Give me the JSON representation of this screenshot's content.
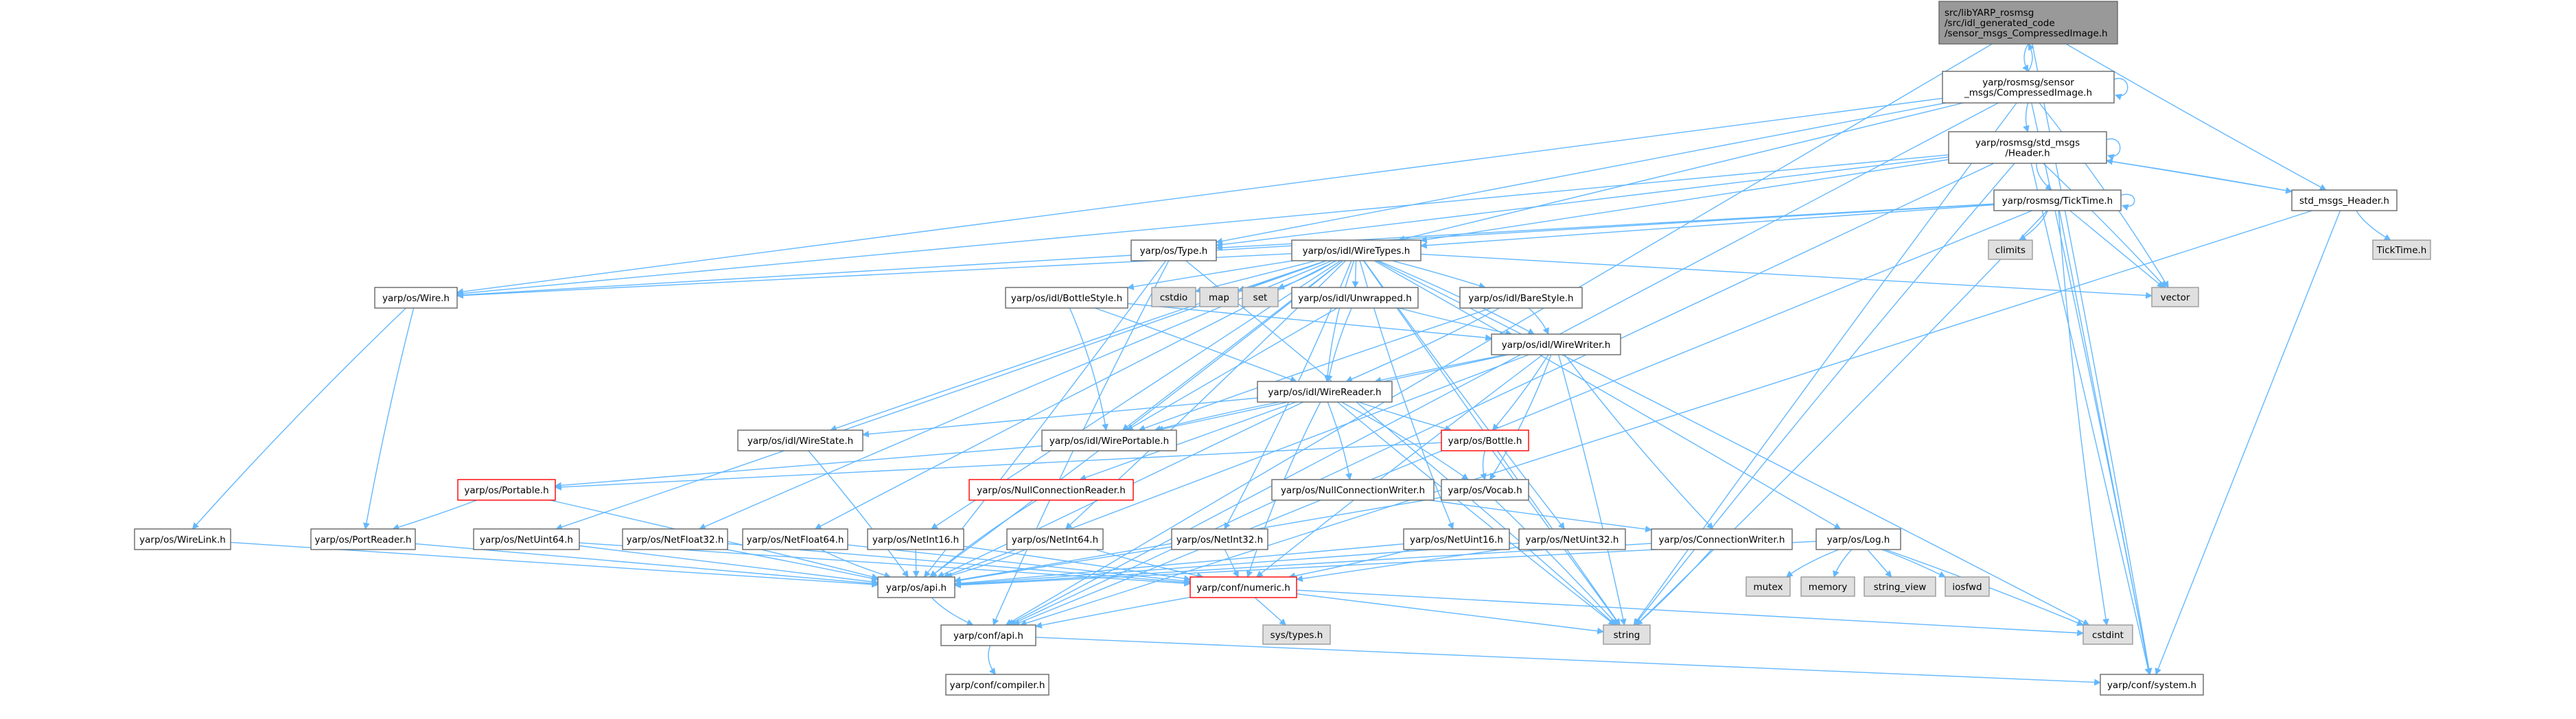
{
  "graph_title": "",
  "colors": {
    "root_fill": "#999999",
    "root_border": "#666666",
    "normal_fill": "#ffffff",
    "normal_border": "#666666",
    "red_border": "#ff0000",
    "system_fill": "#e0e0e0",
    "system_border": "#999999",
    "edge": "#63b8ff",
    "text": "#000000"
  },
  "nodes": [
    {
      "id": "root",
      "lines": [
        "src/libYARP_rosmsg",
        "/src/idl_generated_code",
        "/sensor_msgs_CompressedImage.h"
      ],
      "kind": "root"
    },
    {
      "id": "compressed",
      "lines": [
        "yarp/rosmsg/sensor",
        "_msgs/CompressedImage.h"
      ],
      "kind": "normal"
    },
    {
      "id": "std_header",
      "lines": [
        "yarp/rosmsg/std_msgs",
        "/Header.h"
      ],
      "kind": "normal"
    },
    {
      "id": "std_msgs_header",
      "lines": [
        "std_msgs_Header.h"
      ],
      "kind": "normal"
    },
    {
      "id": "ticktime",
      "lines": [
        "yarp/rosmsg/TickTime.h"
      ],
      "kind": "normal"
    },
    {
      "id": "ticktime_sys",
      "lines": [
        "TickTime.h"
      ],
      "kind": "system"
    },
    {
      "id": "climits",
      "lines": [
        "climits"
      ],
      "kind": "system"
    },
    {
      "id": "type",
      "lines": [
        "yarp/os/Type.h"
      ],
      "kind": "normal"
    },
    {
      "id": "wiretypes",
      "lines": [
        "yarp/os/idl/WireTypes.h"
      ],
      "kind": "normal"
    },
    {
      "id": "vector",
      "lines": [
        "vector"
      ],
      "kind": "system"
    },
    {
      "id": "wire",
      "lines": [
        "yarp/os/Wire.h"
      ],
      "kind": "normal"
    },
    {
      "id": "cstdio",
      "lines": [
        "cstdio"
      ],
      "kind": "system"
    },
    {
      "id": "map",
      "lines": [
        "map"
      ],
      "kind": "system"
    },
    {
      "id": "set",
      "lines": [
        "set"
      ],
      "kind": "system"
    },
    {
      "id": "bottlestyle",
      "lines": [
        "yarp/os/idl/BottleStyle.h"
      ],
      "kind": "normal"
    },
    {
      "id": "unwrapped",
      "lines": [
        "yarp/os/idl/Unwrapped.h"
      ],
      "kind": "normal"
    },
    {
      "id": "barestyle",
      "lines": [
        "yarp/os/idl/BareStyle.h"
      ],
      "kind": "normal"
    },
    {
      "id": "wirewriter",
      "lines": [
        "yarp/os/idl/WireWriter.h"
      ],
      "kind": "normal"
    },
    {
      "id": "wirereader",
      "lines": [
        "yarp/os/idl/WireReader.h"
      ],
      "kind": "normal"
    },
    {
      "id": "wirestate",
      "lines": [
        "yarp/os/idl/WireState.h"
      ],
      "kind": "normal"
    },
    {
      "id": "wireportable",
      "lines": [
        "yarp/os/idl/WirePortable.h"
      ],
      "kind": "normal"
    },
    {
      "id": "bottle",
      "lines": [
        "yarp/os/Bottle.h"
      ],
      "kind": "red"
    },
    {
      "id": "portable",
      "lines": [
        "yarp/os/Portable.h"
      ],
      "kind": "red"
    },
    {
      "id": "nullconnreader",
      "lines": [
        "yarp/os/NullConnectionReader.h"
      ],
      "kind": "red"
    },
    {
      "id": "nullconnwriter",
      "lines": [
        "yarp/os/NullConnectionWriter.h"
      ],
      "kind": "normal"
    },
    {
      "id": "vocab",
      "lines": [
        "yarp/os/Vocab.h"
      ],
      "kind": "normal"
    },
    {
      "id": "log",
      "lines": [
        "yarp/os/Log.h"
      ],
      "kind": "normal"
    },
    {
      "id": "wirelink",
      "lines": [
        "yarp/os/WireLink.h"
      ],
      "kind": "normal"
    },
    {
      "id": "portreader",
      "lines": [
        "yarp/os/PortReader.h"
      ],
      "kind": "normal"
    },
    {
      "id": "netuint64",
      "lines": [
        "yarp/os/NetUint64.h"
      ],
      "kind": "normal"
    },
    {
      "id": "netfloat32",
      "lines": [
        "yarp/os/NetFloat32.h"
      ],
      "kind": "normal"
    },
    {
      "id": "netfloat64",
      "lines": [
        "yarp/os/NetFloat64.h"
      ],
      "kind": "normal"
    },
    {
      "id": "netint16",
      "lines": [
        "yarp/os/NetInt16.h"
      ],
      "kind": "normal"
    },
    {
      "id": "netint64",
      "lines": [
        "yarp/os/NetInt64.h"
      ],
      "kind": "normal"
    },
    {
      "id": "netint32",
      "lines": [
        "yarp/os/NetInt32.h"
      ],
      "kind": "normal"
    },
    {
      "id": "netuint16",
      "lines": [
        "yarp/os/NetUint16.h"
      ],
      "kind": "normal"
    },
    {
      "id": "netuint32",
      "lines": [
        "yarp/os/NetUint32.h"
      ],
      "kind": "normal"
    },
    {
      "id": "connwriter",
      "lines": [
        "yarp/os/ConnectionWriter.h"
      ],
      "kind": "normal"
    },
    {
      "id": "osapi",
      "lines": [
        "yarp/os/api.h"
      ],
      "kind": "normal"
    },
    {
      "id": "numeric",
      "lines": [
        "yarp/conf/numeric.h"
      ],
      "kind": "red"
    },
    {
      "id": "mutex",
      "lines": [
        "mutex"
      ],
      "kind": "system"
    },
    {
      "id": "memory",
      "lines": [
        "memory"
      ],
      "kind": "system"
    },
    {
      "id": "string_view",
      "lines": [
        "string_view"
      ],
      "kind": "system"
    },
    {
      "id": "iosfwd",
      "lines": [
        "iosfwd"
      ],
      "kind": "system"
    },
    {
      "id": "systypes",
      "lines": [
        "sys/types.h"
      ],
      "kind": "system"
    },
    {
      "id": "string",
      "lines": [
        "string"
      ],
      "kind": "system"
    },
    {
      "id": "cstdint",
      "lines": [
        "cstdint"
      ],
      "kind": "system"
    },
    {
      "id": "confapi",
      "lines": [
        "yarp/conf/api.h"
      ],
      "kind": "normal"
    },
    {
      "id": "compiler",
      "lines": [
        "yarp/conf/compiler.h"
      ],
      "kind": "normal"
    },
    {
      "id": "system",
      "lines": [
        "yarp/conf/system.h"
      ],
      "kind": "normal"
    }
  ],
  "edges": [
    [
      "root",
      "compressed"
    ],
    [
      "root",
      "std_msgs_header"
    ],
    [
      "root",
      "confapi"
    ],
    [
      "root",
      "system"
    ],
    [
      "compressed",
      "root"
    ],
    [
      "compressed",
      "compressed"
    ],
    [
      "compressed",
      "std_header"
    ],
    [
      "compressed",
      "type"
    ],
    [
      "compressed",
      "wiretypes"
    ],
    [
      "compressed",
      "vector"
    ],
    [
      "compressed",
      "wire"
    ],
    [
      "compressed",
      "string"
    ],
    [
      "compressed",
      "confapi"
    ],
    [
      "compressed",
      "system"
    ],
    [
      "std_header",
      "std_header"
    ],
    [
      "std_header",
      "ticktime"
    ],
    [
      "std_header",
      "type"
    ],
    [
      "std_header",
      "wiretypes"
    ],
    [
      "std_header",
      "vector"
    ],
    [
      "std_header",
      "wire"
    ],
    [
      "std_header",
      "string"
    ],
    [
      "std_header",
      "confapi"
    ],
    [
      "std_header",
      "system"
    ],
    [
      "std_header",
      "std_msgs_header"
    ],
    [
      "std_msgs_header",
      "std_header"
    ],
    [
      "std_msgs_header",
      "ticktime_sys"
    ],
    [
      "std_msgs_header",
      "confapi"
    ],
    [
      "std_msgs_header",
      "system"
    ],
    [
      "ticktime",
      "ticktime"
    ],
    [
      "ticktime",
      "climits"
    ],
    [
      "ticktime",
      "type"
    ],
    [
      "ticktime",
      "wiretypes"
    ],
    [
      "ticktime",
      "vector"
    ],
    [
      "ticktime",
      "wire"
    ],
    [
      "ticktime",
      "string"
    ],
    [
      "ticktime",
      "cstdint"
    ],
    [
      "ticktime",
      "confapi"
    ],
    [
      "ticktime",
      "system"
    ],
    [
      "type",
      "osapi"
    ],
    [
      "type",
      "string"
    ],
    [
      "type",
      "confapi"
    ],
    [
      "wiretypes",
      "wire"
    ],
    [
      "wiretypes",
      "cstdio"
    ],
    [
      "wiretypes",
      "map"
    ],
    [
      "wiretypes",
      "set"
    ],
    [
      "wiretypes",
      "vector"
    ],
    [
      "wiretypes",
      "bottlestyle"
    ],
    [
      "wiretypes",
      "unwrapped"
    ],
    [
      "wiretypes",
      "barestyle"
    ],
    [
      "wiretypes",
      "wirewriter"
    ],
    [
      "wiretypes",
      "wirereader"
    ],
    [
      "wiretypes",
      "wirestate"
    ],
    [
      "wiretypes",
      "wireportable"
    ],
    [
      "wiretypes",
      "log"
    ],
    [
      "wiretypes",
      "netuint64"
    ],
    [
      "wiretypes",
      "netfloat32"
    ],
    [
      "wiretypes",
      "netfloat64"
    ],
    [
      "wiretypes",
      "netint16"
    ],
    [
      "wiretypes",
      "netint64"
    ],
    [
      "wiretypes",
      "netint32"
    ],
    [
      "wiretypes",
      "netuint16"
    ],
    [
      "wiretypes",
      "netuint32"
    ],
    [
      "wiretypes",
      "string"
    ],
    [
      "wiretypes",
      "cstdint"
    ],
    [
      "wiretypes",
      "osapi"
    ],
    [
      "wire",
      "wirelink"
    ],
    [
      "wire",
      "portreader"
    ],
    [
      "bottlestyle",
      "wirewriter"
    ],
    [
      "bottlestyle",
      "wirereader"
    ],
    [
      "bottlestyle",
      "wireportable"
    ],
    [
      "unwrapped",
      "wirewriter"
    ],
    [
      "unwrapped",
      "wirereader"
    ],
    [
      "unwrapped",
      "wireportable"
    ],
    [
      "barestyle",
      "wirewriter"
    ],
    [
      "barestyle",
      "wirereader"
    ],
    [
      "barestyle",
      "wireportable"
    ],
    [
      "wirewriter",
      "wirereader"
    ],
    [
      "wirewriter",
      "wireportable"
    ],
    [
      "wirewriter",
      "bottle"
    ],
    [
      "wirewriter",
      "vocab"
    ],
    [
      "wirewriter",
      "connwriter"
    ],
    [
      "wirewriter",
      "numeric"
    ],
    [
      "wirewriter",
      "osapi"
    ],
    [
      "wirewriter",
      "string"
    ],
    [
      "wirereader",
      "wirestate"
    ],
    [
      "wirereader",
      "wireportable"
    ],
    [
      "wirereader",
      "bottle"
    ],
    [
      "wirereader",
      "nullconnreader"
    ],
    [
      "wirereader",
      "nullconnwriter"
    ],
    [
      "wirereader",
      "vocab"
    ],
    [
      "wirereader",
      "numeric"
    ],
    [
      "wirereader",
      "string"
    ],
    [
      "wirereader",
      "osapi"
    ],
    [
      "wirestate",
      "osapi"
    ],
    [
      "wireportable",
      "portable"
    ],
    [
      "bottle",
      "portable"
    ],
    [
      "bottle",
      "vocab"
    ],
    [
      "bottle",
      "string"
    ],
    [
      "portable",
      "portreader"
    ],
    [
      "portable",
      "osapi"
    ],
    [
      "nullconnreader",
      "osapi"
    ],
    [
      "nullconnwriter",
      "connwriter"
    ],
    [
      "vocab",
      "osapi"
    ],
    [
      "vocab",
      "string"
    ],
    [
      "wirelink",
      "osapi"
    ],
    [
      "portreader",
      "osapi"
    ],
    [
      "netuint64",
      "osapi"
    ],
    [
      "netuint64",
      "numeric"
    ],
    [
      "netfloat32",
      "osapi"
    ],
    [
      "netfloat32",
      "numeric"
    ],
    [
      "netfloat64",
      "osapi"
    ],
    [
      "netfloat64",
      "numeric"
    ],
    [
      "netint16",
      "osapi"
    ],
    [
      "netint16",
      "numeric"
    ],
    [
      "netint64",
      "osapi"
    ],
    [
      "netint64",
      "numeric"
    ],
    [
      "netint32",
      "osapi"
    ],
    [
      "netint32",
      "numeric"
    ],
    [
      "netuint16",
      "osapi"
    ],
    [
      "netuint16",
      "numeric"
    ],
    [
      "netuint32",
      "osapi"
    ],
    [
      "netuint32",
      "numeric"
    ],
    [
      "connwriter",
      "osapi"
    ],
    [
      "connwriter",
      "string"
    ],
    [
      "log",
      "osapi"
    ],
    [
      "log",
      "mutex"
    ],
    [
      "log",
      "memory"
    ],
    [
      "log",
      "string_view"
    ],
    [
      "log",
      "iosfwd"
    ],
    [
      "log",
      "cstdint"
    ],
    [
      "osapi",
      "confapi"
    ],
    [
      "numeric",
      "confapi"
    ],
    [
      "numeric",
      "systypes"
    ],
    [
      "numeric",
      "string"
    ],
    [
      "numeric",
      "cstdint"
    ],
    [
      "confapi",
      "compiler"
    ],
    [
      "confapi",
      "system"
    ]
  ]
}
